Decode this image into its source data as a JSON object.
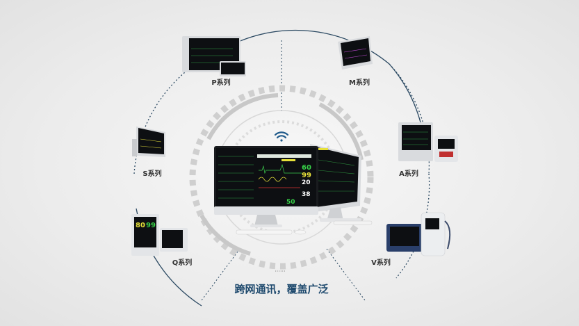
{
  "series": [
    {
      "id": "p",
      "label": "P系列"
    },
    {
      "id": "m",
      "label": "M系列"
    },
    {
      "id": "s",
      "label": "S系列"
    },
    {
      "id": "a",
      "label": "A系列"
    },
    {
      "id": "q",
      "label": "Q系列"
    },
    {
      "id": "v",
      "label": "V系列"
    }
  ],
  "slogan": "跨网通讯，覆盖广泛",
  "center_monitor": {
    "values": [
      "60",
      "99",
      "20",
      "38",
      "50"
    ]
  },
  "q_monitor": {
    "values": [
      "80",
      "99"
    ]
  },
  "colors": {
    "ring": "#2c4a63",
    "accent": "#1f4a6e",
    "wifi": "#1f5a8a",
    "screen": "#0d0f12"
  }
}
